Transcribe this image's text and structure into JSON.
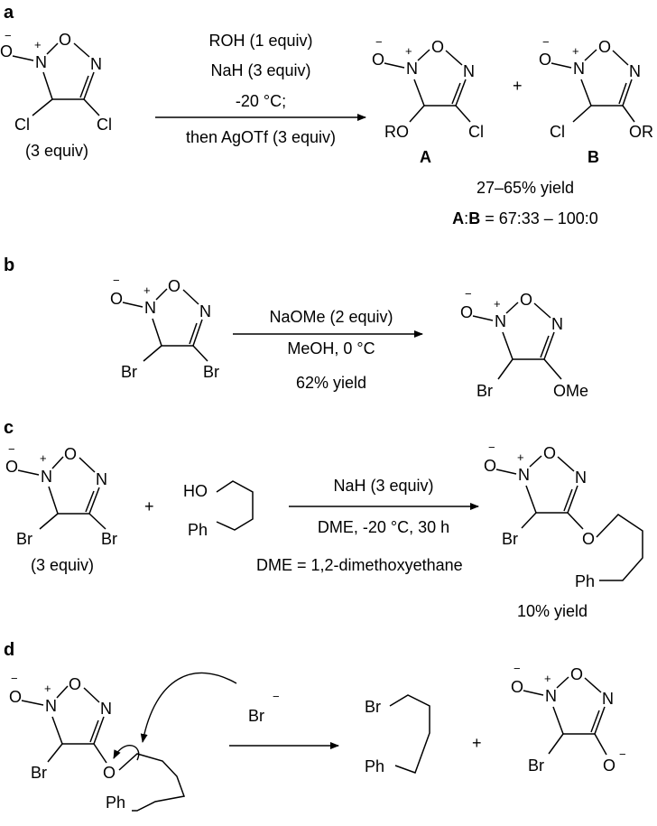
{
  "panels": [
    {
      "label": "a",
      "start": {
        "x3": "(3 equiv)"
      },
      "conditions": [
        "ROH (1 equiv)",
        "NaH (3 equiv)",
        "-20 °C;",
        "then AgOTf (3 equiv)"
      ],
      "products": [
        {
          "id": "A",
          "left": "RO",
          "right": "Cl"
        },
        {
          "id": "B",
          "left": "Cl",
          "right": "OR"
        }
      ],
      "plus": "+",
      "yield": "27–65% yield",
      "ratio": {
        "a": "A",
        "colon": ":",
        "b": "B",
        "rest": " = 67:33 – 100:0"
      }
    },
    {
      "label": "b",
      "conditions": [
        "NaOMe (2 equiv)",
        "MeOH, 0 °C",
        "62% yield"
      ],
      "product": {
        "left": "Br",
        "right": "OMe"
      }
    },
    {
      "label": "c",
      "start": {
        "x3": "(3 equiv)"
      },
      "plus": "+",
      "alcohol": {
        "ho": "HO",
        "ph": "Ph"
      },
      "conditions": [
        "NaH (3 equiv)",
        "DME, -20 °C, 30 h"
      ],
      "note": "DME = 1,2-dimethoxyethane",
      "product": {
        "left": "Br",
        "o": "O",
        "ph": "Ph"
      },
      "yield": "10% yield"
    },
    {
      "label": "d",
      "nucleophile": "Br",
      "plus": "+",
      "prod1": {
        "br": "Br",
        "ph": "Ph"
      },
      "prod2": {
        "left": "Br",
        "o": "O"
      }
    }
  ],
  "atoms": {
    "o": "O",
    "n": "N",
    "cl": "Cl",
    "br": "Br",
    "plus": "+",
    "minus": "−"
  }
}
